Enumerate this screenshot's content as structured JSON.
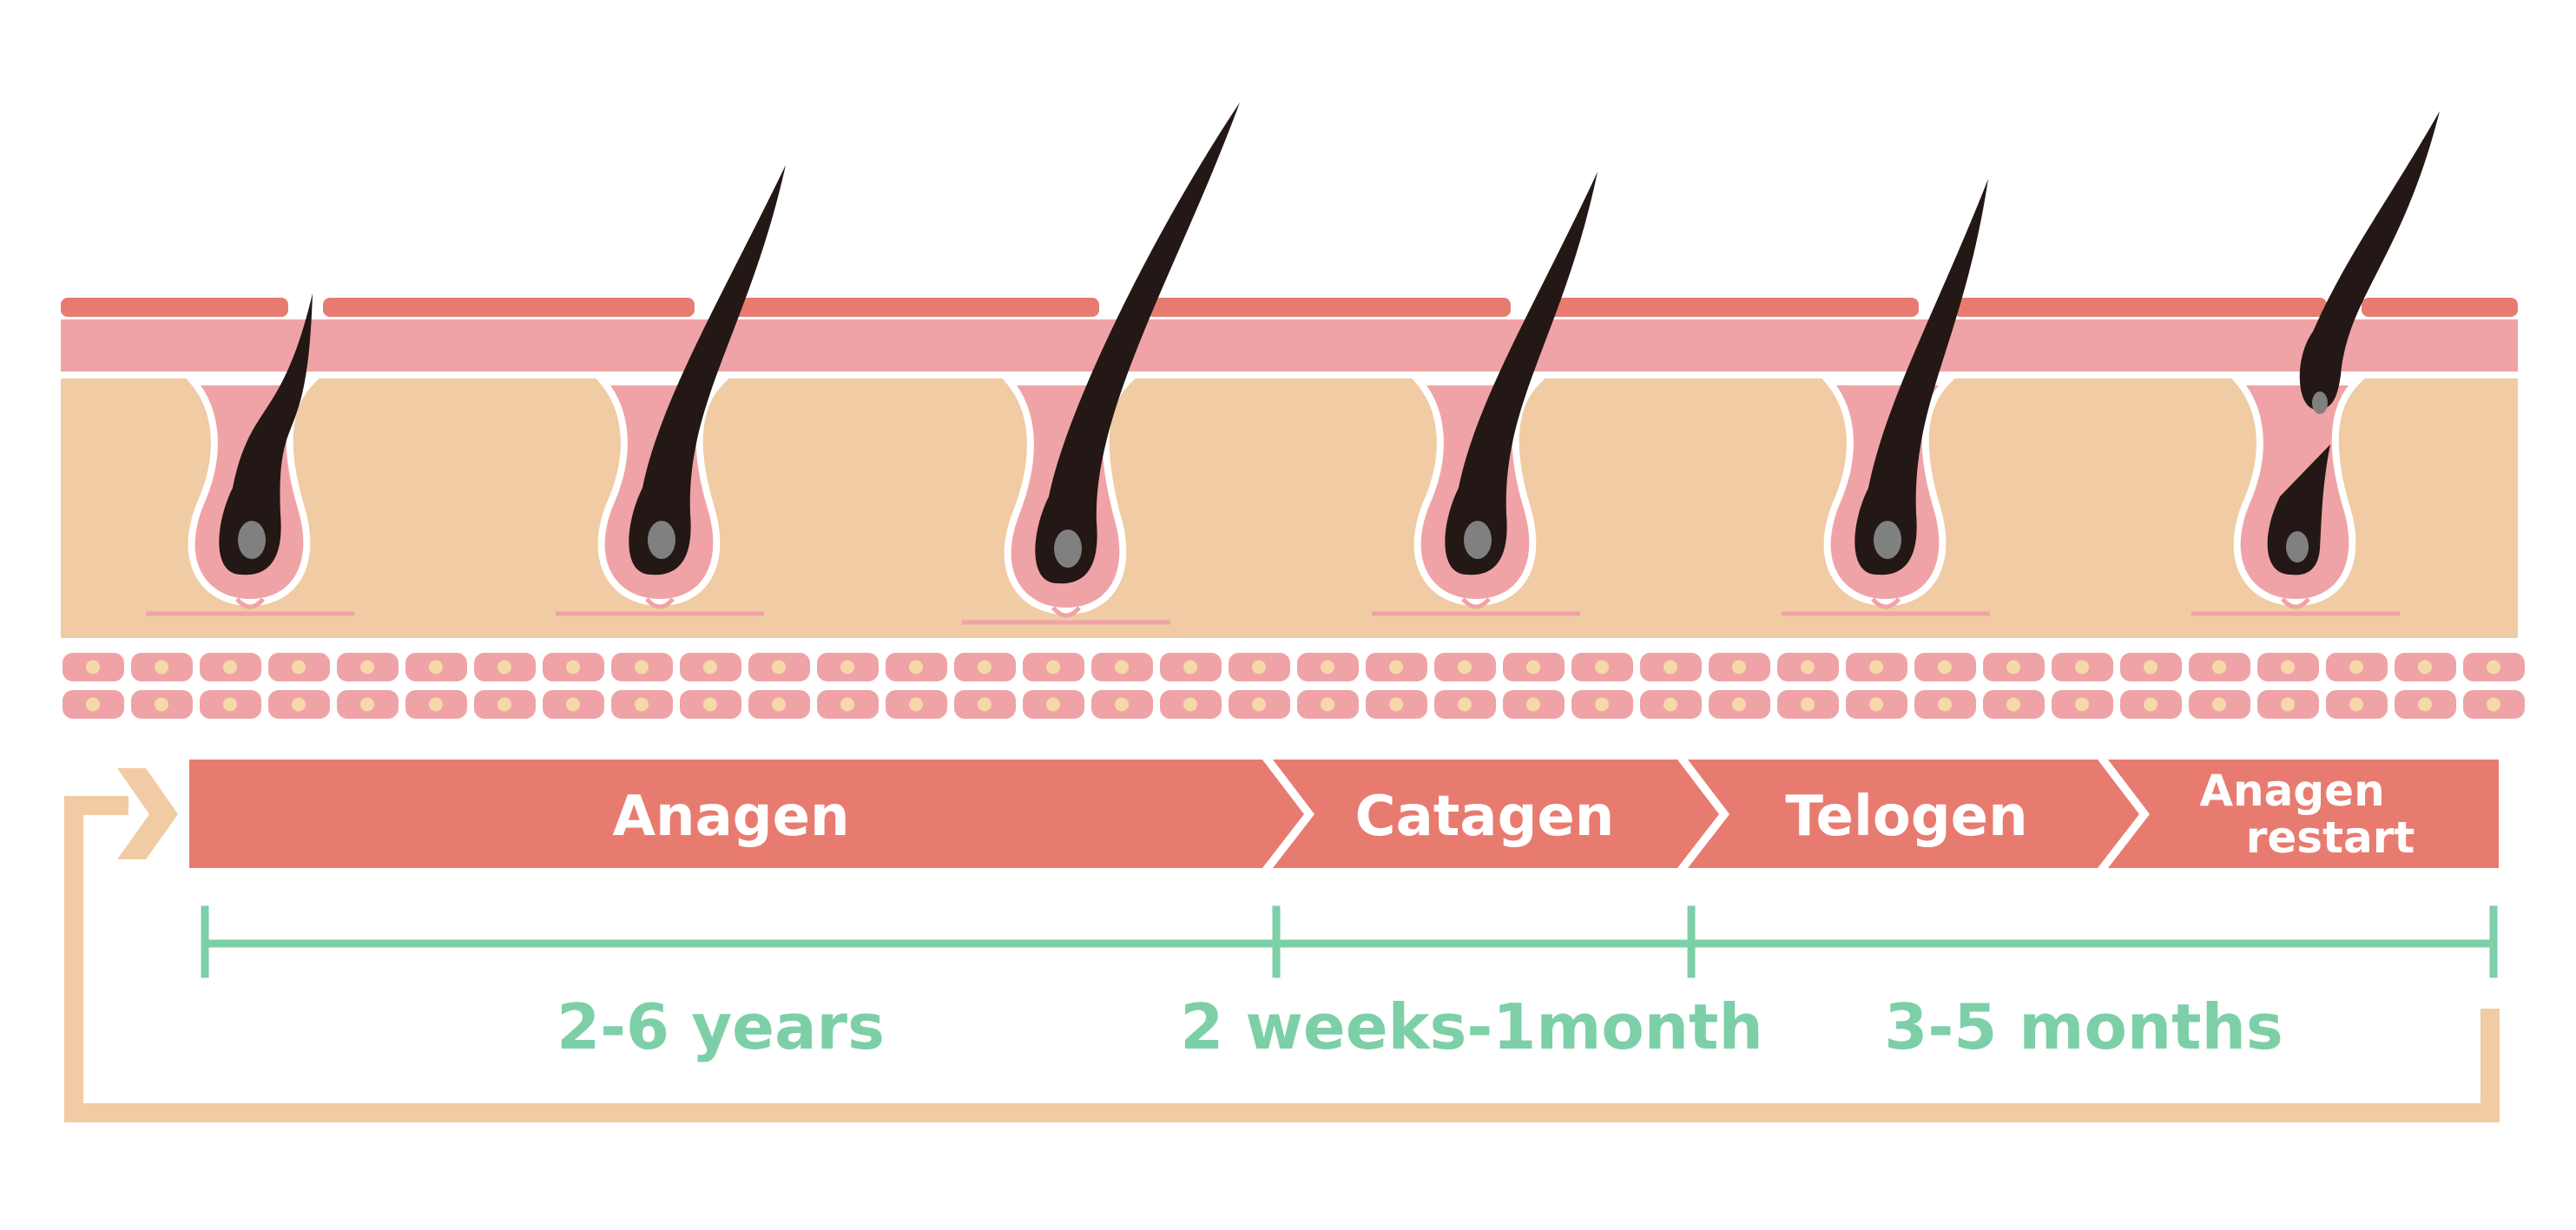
{
  "phases": [
    {
      "label": "Anagen"
    },
    {
      "label": "Catagen"
    },
    {
      "label": "Telogen"
    },
    {
      "label_line1": "Anagen",
      "label_line2": "restart"
    }
  ],
  "durations": [
    {
      "label": "2-6 years"
    },
    {
      "label": "2 weeks-1month"
    },
    {
      "label": "3-5 months"
    }
  ],
  "colors": {
    "epidermis_top": "#e87b70",
    "epidermis": "#f0a3a6",
    "dermis": "#f0cba3",
    "follicle": "#f0a3a6",
    "hair": "#231815",
    "papilla": "#808080",
    "cells": "#f0a3a6",
    "cell_nucleus": "#f5d9a8",
    "phase_bar": "#e87b70",
    "timeline": "#7dcfa8",
    "cycle_arrow": "#f0cba3"
  }
}
